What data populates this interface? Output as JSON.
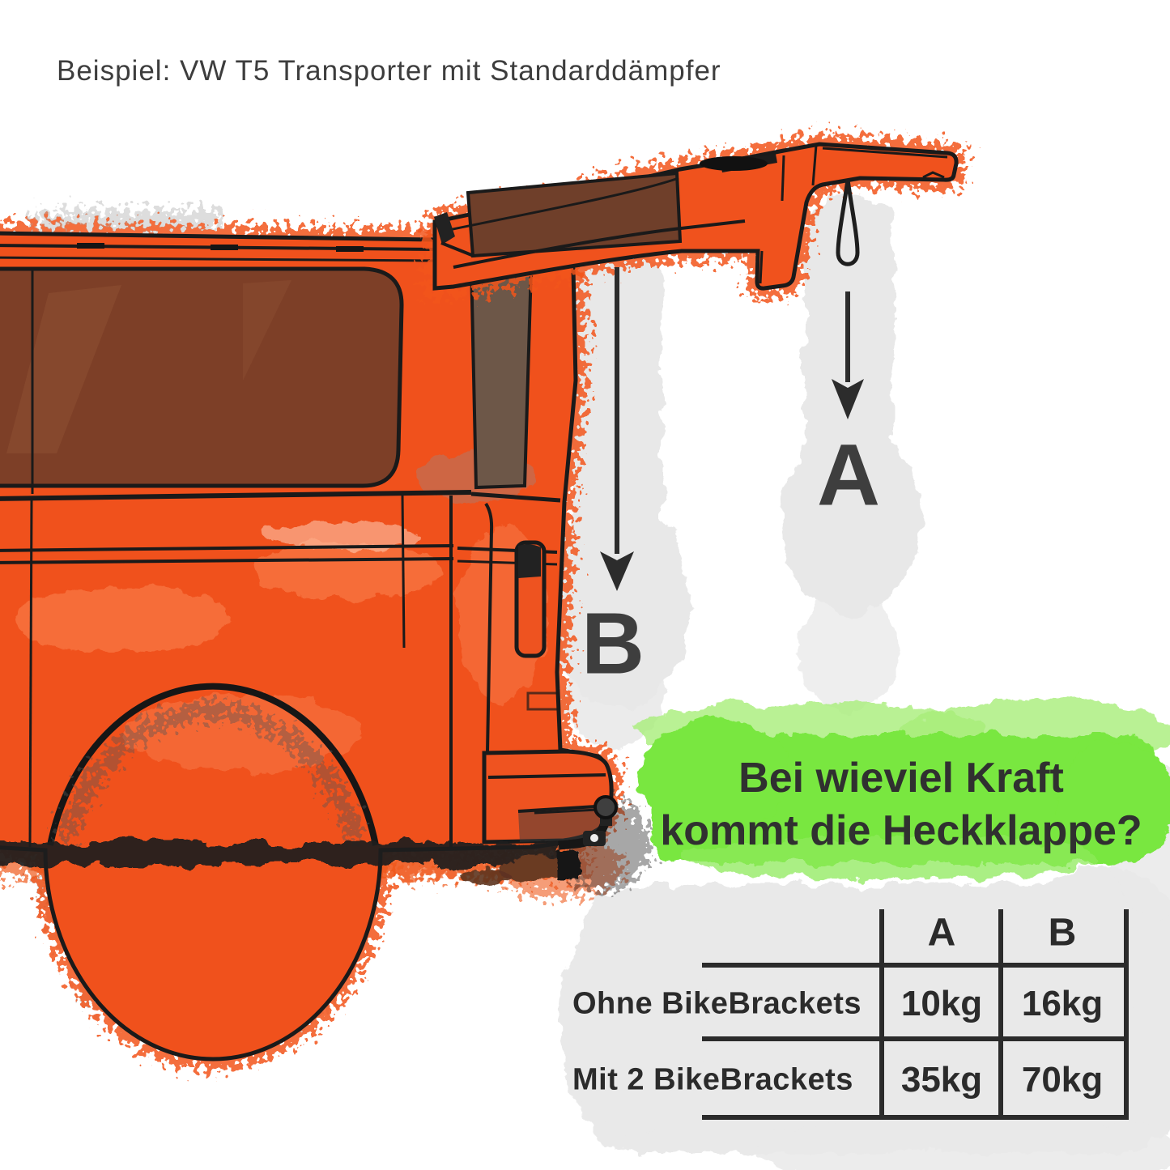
{
  "title": "Beispiel: VW T5 Transporter mit Standarddämpfer",
  "illustration": {
    "subject": "VW T5 Transporter rear side view with open tailgate",
    "vehicle_color": "#f0521d",
    "vehicle_color_light": "#ff9a6d",
    "window_color": "#7d3f27",
    "outline_color": "#1a1a1a",
    "tire_color": "#3b3b3b",
    "backdrop_gray": "#e9e9e9"
  },
  "annotations": {
    "point_a": "A",
    "point_b": "B",
    "arrow_a_meaning": "force at tailgate end",
    "arrow_b_meaning": "force near hinge side"
  },
  "question": {
    "line1": "Bei wieviel Kraft",
    "line2": "kommt die Heckklappe?",
    "highlight_color": "#79e73f",
    "text_color": "#303030"
  },
  "chart_data": {
    "type": "table",
    "columns": [
      "",
      "A",
      "B"
    ],
    "rows": [
      [
        "Ohne BikeBrackets",
        "10kg",
        "16kg"
      ],
      [
        "Mit 2 BikeBrackets",
        "35kg",
        "70kg"
      ]
    ],
    "unit": "kg",
    "grid": "open-left, heavy black rules"
  }
}
